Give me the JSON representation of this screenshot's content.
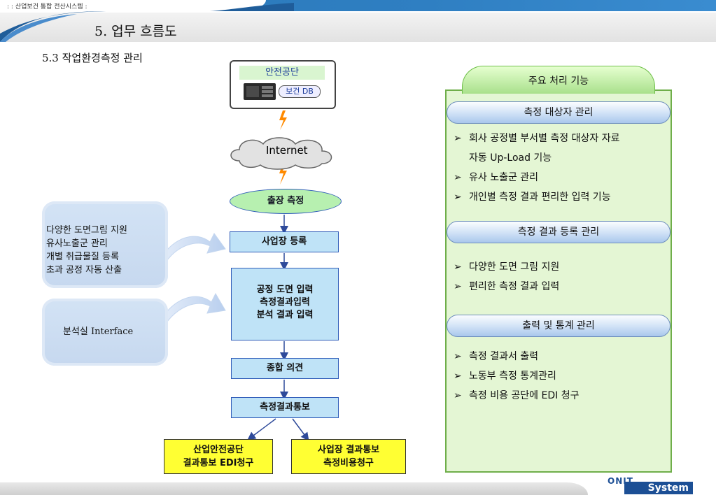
{
  "header": {
    "system_title": ": : 산업보건 통합 전산시스템 :",
    "page_heading": "5. 업무 흐름도",
    "section_title": "5.3 작업환경측정 관리"
  },
  "diagram": {
    "agency_label": "안전공단",
    "db_label": "보건 DB",
    "internet_label": "Internet",
    "start_label": "출장 측정",
    "steps": [
      "사업장 등록",
      "공정 도면 입력\n측정결과입력\n분석 결과 입력",
      "종합 의견",
      "측정결과통보"
    ],
    "outputs": [
      "산업안전공단\n결과통보 EDI청구",
      "사업장 결과통보\n측정비용청구"
    ],
    "side_notes": [
      "다양한 도면그림 지원\n유사노출군 관리\n개별 취급물질 등록\n초과 공정 자동 산출",
      "분석실 Interface"
    ]
  },
  "panel": {
    "title": "주요 처리 기능",
    "sections": [
      {
        "heading": "측정 대상자 관리",
        "items": [
          "회사 공정별 부서별 측정 대상자 자료",
          "자동 Up-Load 기능",
          "유사 노출군 관리",
          "개인별 측정 결과 편리한 입력 기능"
        ]
      },
      {
        "heading": "측정 결과 등록 관리",
        "items": [
          "다양한 도면 그림 지원",
          "편리한 측정 결과 입력"
        ]
      },
      {
        "heading": "출력 및 통계 관리",
        "items": [
          "측정 결과서 출력",
          "노동부 측정 통계관리",
          "측정 비용 공단에 EDI 청구"
        ]
      }
    ],
    "bullet": "➢"
  },
  "footer": {
    "logo_top": "ONIT",
    "logo_bottom": "System"
  },
  "colors": {
    "accent_blue": "#2e5bb8",
    "oval_green": "#b7f0b0",
    "process_blue": "#bfe3f7",
    "output_yellow": "#ffff33",
    "panel_green": "#e4f6d4"
  }
}
